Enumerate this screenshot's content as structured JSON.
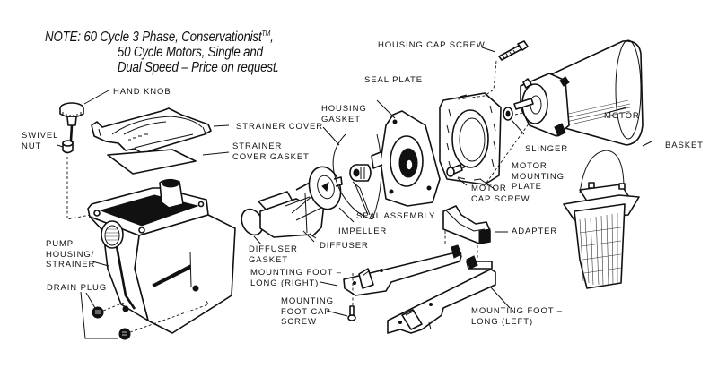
{
  "diagram": {
    "title": "Pool Pump Exploded Parts Diagram",
    "note": {
      "prefix": "NOTE:",
      "line1": "60 Cycle 3 Phase, Conservationist",
      "trademark": "TM",
      "line1_end": ",",
      "line2": "50 Cycle Motors, Single and",
      "line3": "Dual Speed – Price on request."
    },
    "parts": {
      "hand_knob": "HAND KNOB",
      "swivel_nut_1": "SWIVEL",
      "swivel_nut_2": "NUT",
      "strainer_cover": "STRAINER COVER",
      "strainer_cover_gasket_1": "STRAINER",
      "strainer_cover_gasket_2": "COVER GASKET",
      "pump_housing_1": "PUMP",
      "pump_housing_2": "HOUSING/",
      "pump_housing_3": "STRAINER",
      "drain_plug": "DRAIN PLUG",
      "diffuser_gasket_1": "DIFFUSER",
      "diffuser_gasket_2": "GASKET",
      "diffuser": "DIFFUSER",
      "impeller": "IMPELLER",
      "seal_assembly": "SEAL ASSEMBLY",
      "housing_gasket_1": "HOUSING",
      "housing_gasket_2": "GASKET",
      "seal_plate": "SEAL PLATE",
      "housing_cap_screw": "HOUSING CAP SCREW",
      "motor": "MOTOR",
      "slinger": "SLINGER",
      "motor_mounting_plate_1": "MOTOR",
      "motor_mounting_plate_2": "MOUNTING",
      "motor_mounting_plate_3": "PLATE",
      "motor_cap_screw_1": "MOTOR",
      "motor_cap_screw_2": "CAP SCREW",
      "basket": "BASKET",
      "adapter": "ADAPTER",
      "mounting_foot_right_1": "MOUNTING FOOT –",
      "mounting_foot_right_2": "LONG (RIGHT)",
      "mounting_foot_cap_screw_1": "MOUNTING",
      "mounting_foot_cap_screw_2": "FOOT CAP",
      "mounting_foot_cap_screw_3": "SCREW",
      "mounting_foot_left_1": "MOUNTING FOOT –",
      "mounting_foot_left_2": "LONG (LEFT)"
    }
  }
}
